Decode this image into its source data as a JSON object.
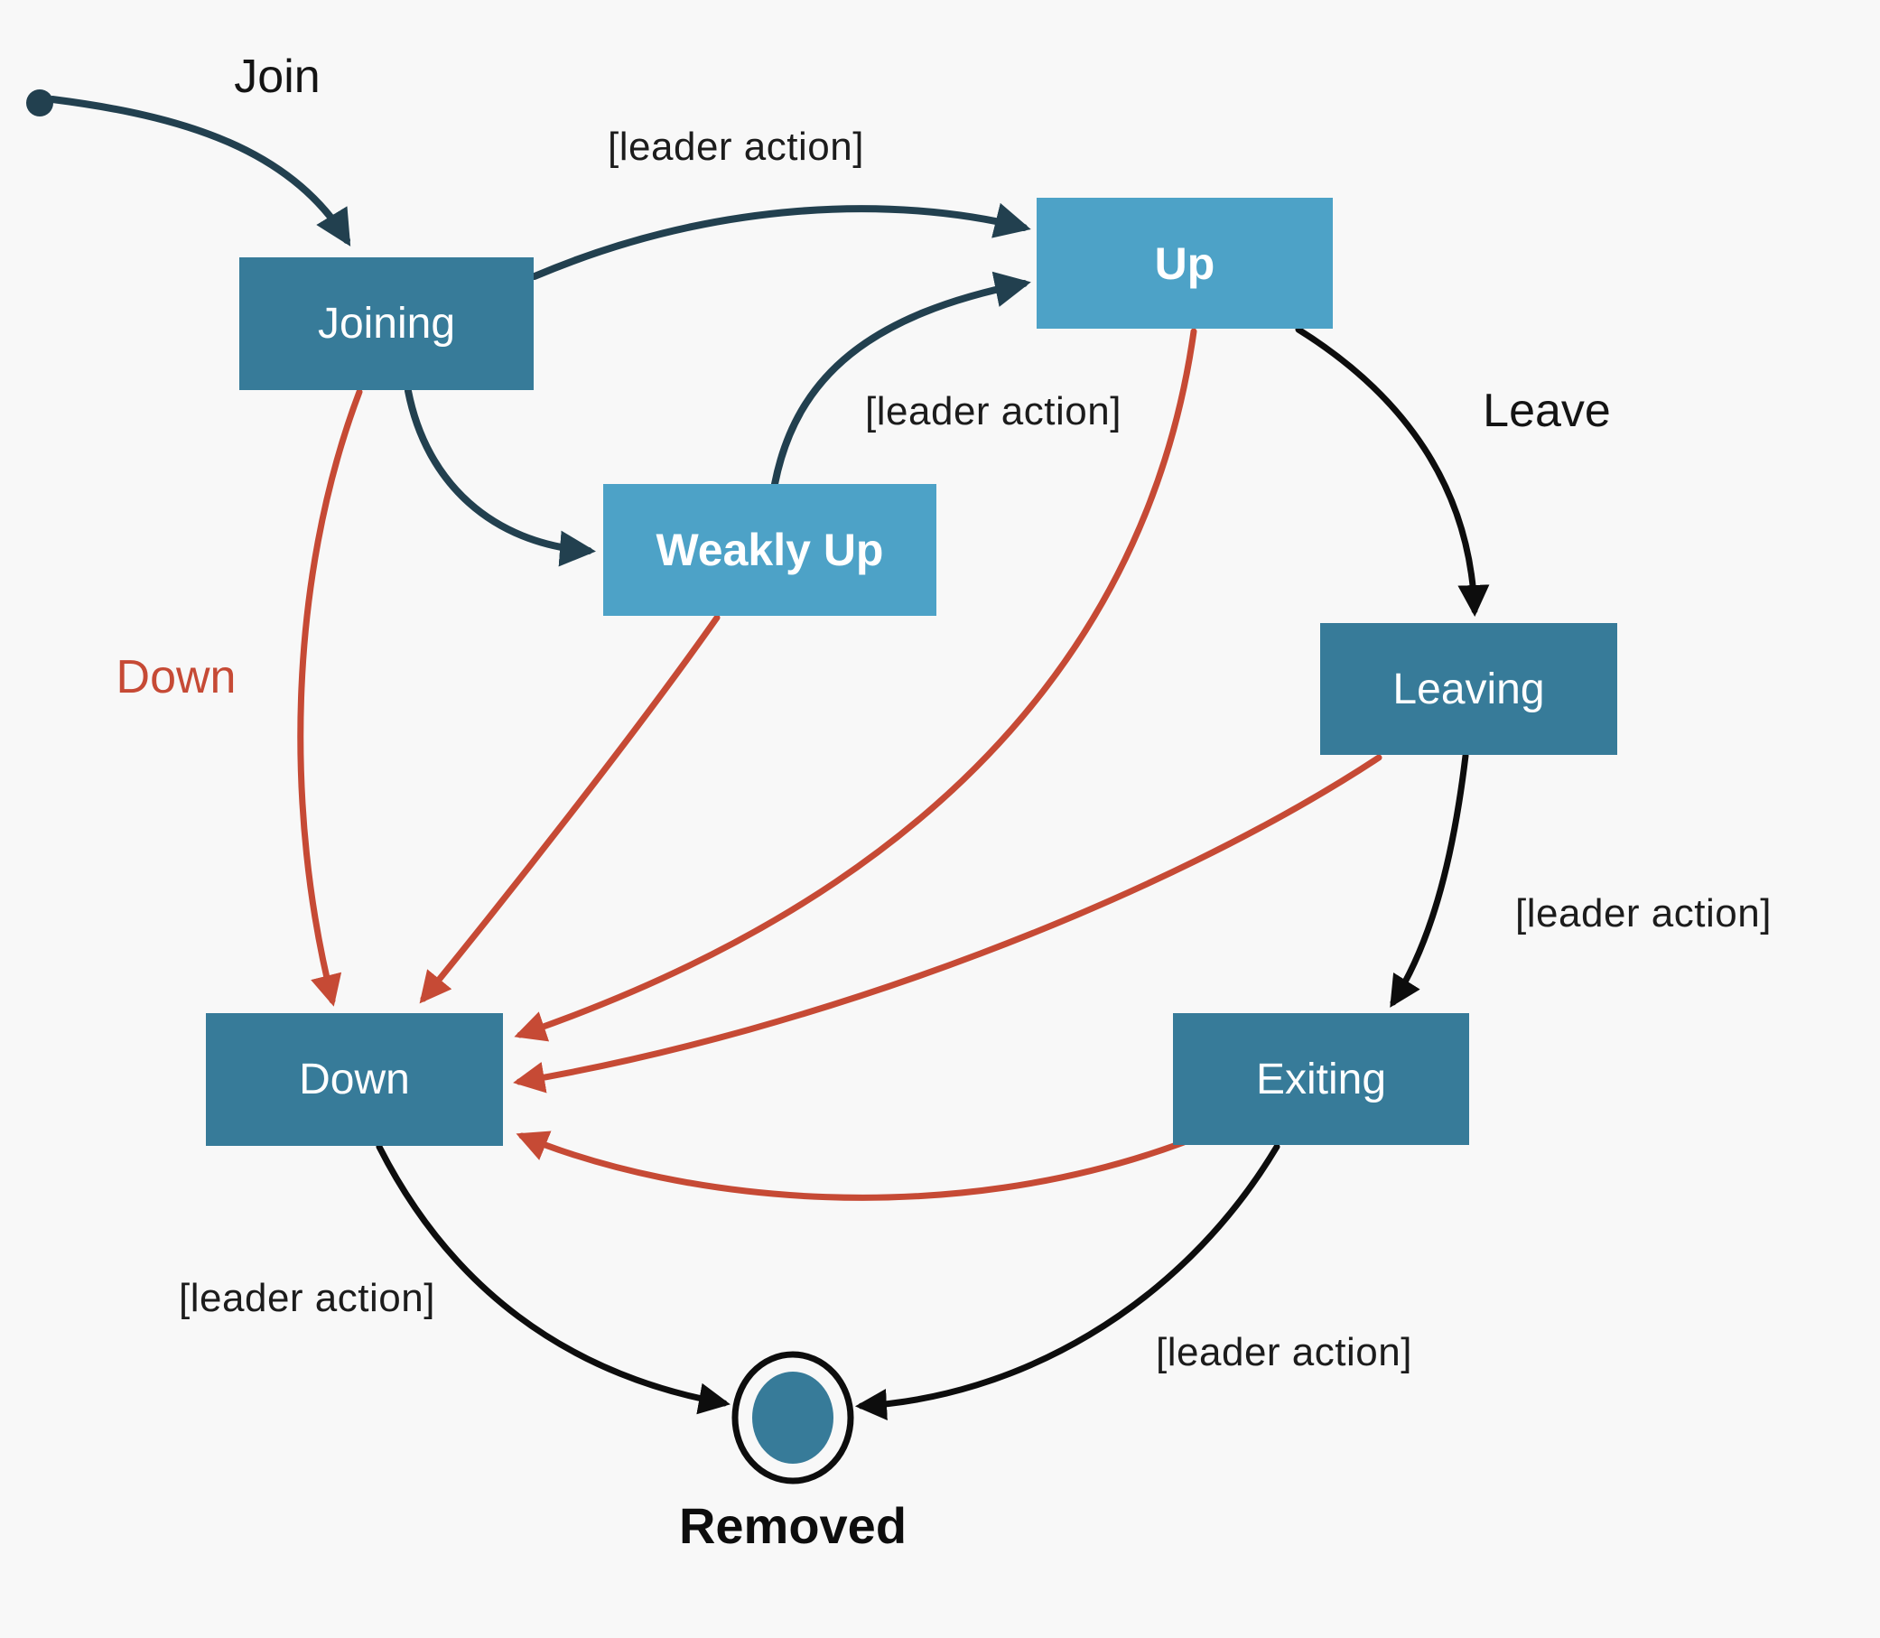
{
  "diagram": {
    "title_hint": "cluster membership state diagram",
    "background": "#f8f8f8",
    "colors": {
      "state_box_dark": "#377b99",
      "state_box_light": "#4da2c7",
      "arrow_navy": "#22404f",
      "arrow_red": "#c64a35",
      "arrow_black": "#0d0d0d",
      "label_text": "#141414"
    },
    "states": {
      "joining": "Joining",
      "up": "Up",
      "weakly_up": "Weakly Up",
      "leaving": "Leaving",
      "down": "Down",
      "exiting": "Exiting",
      "removed": "Removed"
    },
    "edge_labels": {
      "join": "Join",
      "leave": "Leave",
      "down": "Down",
      "leader_action_joining_up": "[leader action]",
      "leader_action_weaklyup_up": "[leader action]",
      "leader_action_leaving_exiting": "[leader action]",
      "leader_action_down_removed": "[leader action]",
      "leader_action_exiting_removed": "[leader action]"
    },
    "edges": [
      {
        "from": "initial",
        "to": "joining",
        "label": "Join",
        "color": "navy"
      },
      {
        "from": "joining",
        "to": "up",
        "label": "[leader action]",
        "color": "navy"
      },
      {
        "from": "joining",
        "to": "weakly_up",
        "label": "",
        "color": "navy"
      },
      {
        "from": "weakly_up",
        "to": "up",
        "label": "[leader action]",
        "color": "navy"
      },
      {
        "from": "up",
        "to": "leaving",
        "label": "Leave",
        "color": "black"
      },
      {
        "from": "leaving",
        "to": "exiting",
        "label": "[leader action]",
        "color": "black"
      },
      {
        "from": "joining",
        "to": "down",
        "label": "Down",
        "color": "red"
      },
      {
        "from": "weakly_up",
        "to": "down",
        "label": "Down",
        "color": "red"
      },
      {
        "from": "up",
        "to": "down",
        "label": "Down",
        "color": "red"
      },
      {
        "from": "leaving",
        "to": "down",
        "label": "Down",
        "color": "red"
      },
      {
        "from": "exiting",
        "to": "down",
        "label": "Down",
        "color": "red"
      },
      {
        "from": "down",
        "to": "removed",
        "label": "[leader action]",
        "color": "black"
      },
      {
        "from": "exiting",
        "to": "removed",
        "label": "[leader action]",
        "color": "black"
      }
    ]
  }
}
